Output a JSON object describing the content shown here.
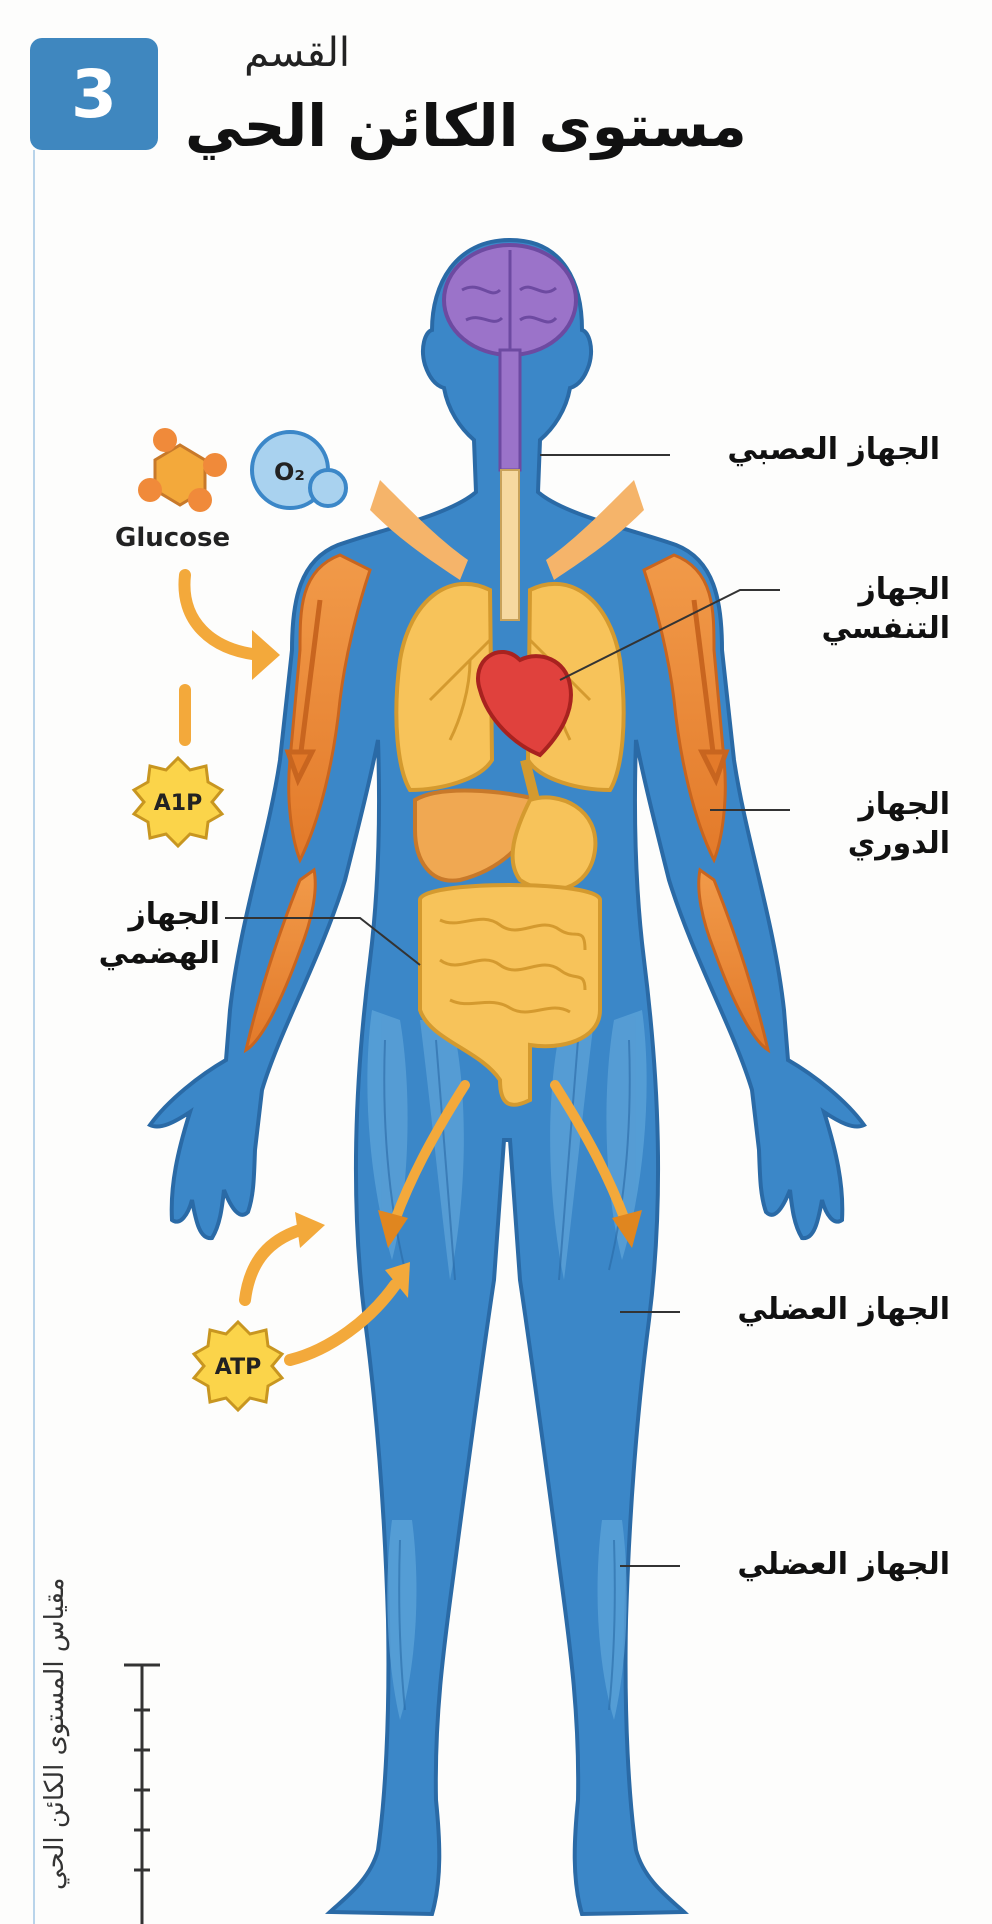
{
  "header": {
    "section_number": "3",
    "section_label": "القسم",
    "title": "مستوى الكائن الحي"
  },
  "molecules": {
    "glucose_label": "Glucose",
    "oxygen_label": "O₂",
    "atp_label_top": "A1P",
    "atp_label_bottom": "ATP"
  },
  "labels": {
    "nervous": "الجهاز العصبي",
    "respiratory": "الجهاز التنفسي",
    "circulatory": "الجهاز الدوري",
    "digestive": "الجهاز الهضمي",
    "muscular_upper": "الجهاز العضلي",
    "muscular_lower": "الجهاز العضلي"
  },
  "scale": {
    "label": "مقياس المستوى الكائن الحي"
  },
  "colors": {
    "body": "#3b87c8",
    "body_outline": "#2a6aa6",
    "brain": "#9b73c9",
    "muscle": "#ef8f3c",
    "organ": "#f7c35a",
    "heart": "#e0413d",
    "badge": "#3f87bf",
    "arrow": "#f3a93b"
  }
}
